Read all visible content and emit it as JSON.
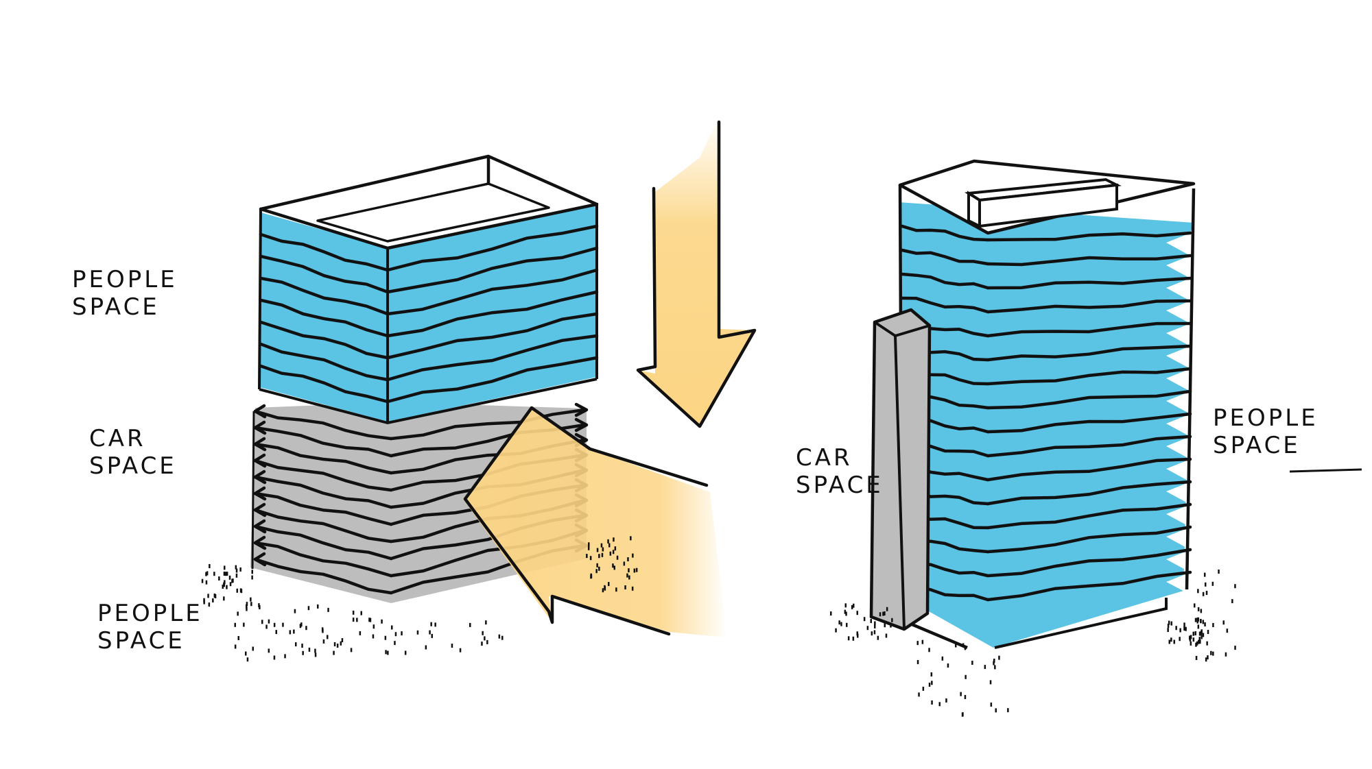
{
  "labels": {
    "left_upper": {
      "line1": "PEOPLE",
      "line2": "SPACE"
    },
    "left_middle": {
      "line1": "CAR",
      "line2": "SPACE"
    },
    "left_lower": {
      "line1": "PEOPLE",
      "line2": "SPACE"
    },
    "right_car": {
      "line1": "CAR",
      "line2": "SPACE"
    },
    "right_people": {
      "line1": "PEOPLE",
      "line2": "SPACE"
    }
  },
  "colors": {
    "people_space": "#5bc3e3",
    "car_space": "#bdbdbd",
    "flow_arrow": "#fcd584",
    "ink": "#111111",
    "roof": "#ffffff"
  }
}
